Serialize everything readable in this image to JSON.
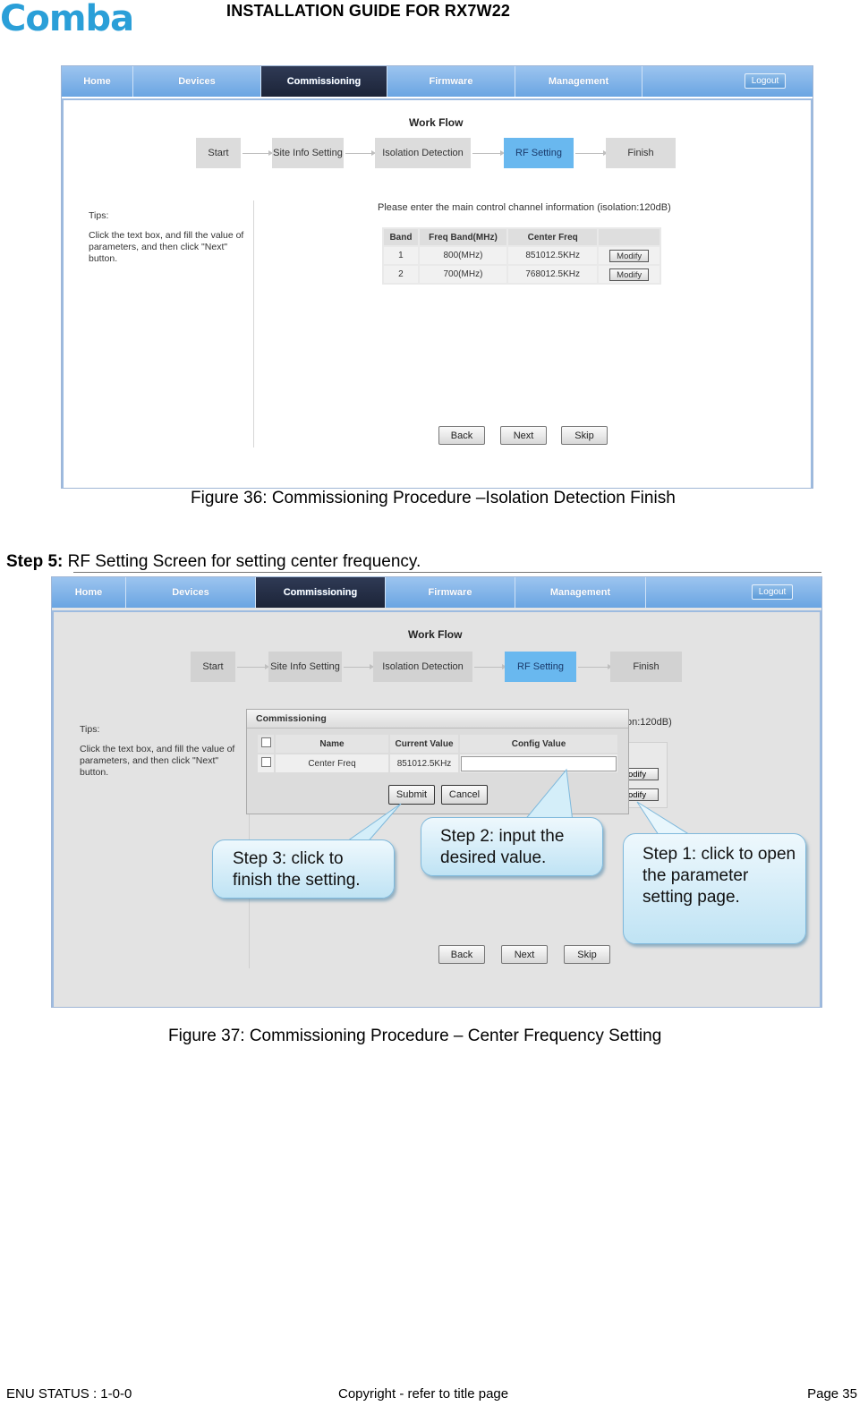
{
  "header": {
    "logo_text": "Comba",
    "title": "INSTALLATION GUIDE FOR RX7W22"
  },
  "ui": {
    "nav": [
      "Home",
      "Devices",
      "Commissioning",
      "Firmware",
      "Management"
    ],
    "logout": "Logout",
    "workflow_title": "Work Flow",
    "workflow_steps": [
      "Start",
      "Site Info Setting",
      "Isolation Detection",
      "RF Setting",
      "Finish"
    ],
    "active_step": "RF Setting",
    "tips_title": "Tips:",
    "tips_text": "Click the text box, and fill the value of parameters, and then click \"Next\" button.",
    "prompt": "Please enter the main control channel information (isolation:120dB)",
    "prompt_partial": "on:120dB)",
    "band_table": {
      "headers": [
        "Band",
        "Freq Band(MHz)",
        "Center Freq",
        ""
      ],
      "rows": [
        {
          "band": "1",
          "freq_band": "800(MHz)",
          "center_freq": "851012.5KHz",
          "action": "Modify"
        },
        {
          "band": "2",
          "freq_band": "700(MHz)",
          "center_freq": "768012.5KHz",
          "action": "Modify"
        }
      ],
      "partial_action": "odify"
    },
    "buttons": {
      "back": "Back",
      "next": "Next",
      "skip": "Skip"
    },
    "dialog": {
      "title": "Commissioning",
      "headers": [
        "Name",
        "Current Value",
        "Config Value"
      ],
      "row": {
        "name": "Center Freq",
        "current_value": "851012.5KHz",
        "config_value": ""
      },
      "submit": "Submit",
      "cancel": "Cancel"
    }
  },
  "figure36_caption": "Figure 36: Commissioning Procedure –Isolation Detection Finish",
  "step5": {
    "label": "Step 5:",
    "text": " RF Setting Screen for setting center frequency."
  },
  "callouts": {
    "step1": "Step 1: click to open the parameter setting page.",
    "step2": "Step 2: input the desired value.",
    "step3": "Step 3: click to finish the setting."
  },
  "figure37_caption": "Figure 37: Commissioning Procedure – Center Frequency Setting",
  "footer": {
    "left": "ENU STATUS : 1-0-0",
    "center": "Copyright - refer to title page",
    "right": "Page 35"
  },
  "colors": {
    "brand": "#2a9fd8",
    "nav": "#7fb3e8",
    "nav_active": "#232c42",
    "active_step": "#69b8ef"
  }
}
